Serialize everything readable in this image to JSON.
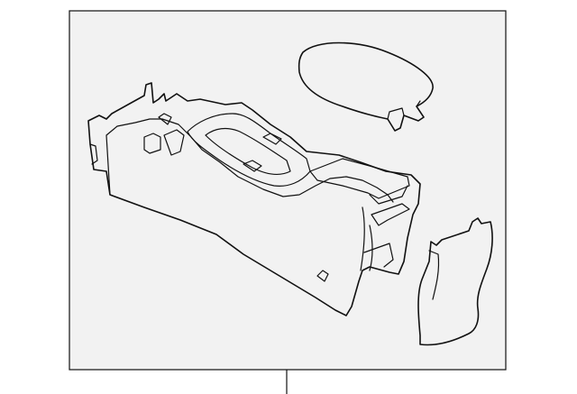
{
  "diagram": {
    "background_color": "#ffffff",
    "frame_fill": "#f2f2f2",
    "line_color": "#111111",
    "parts": [
      {
        "id": "armrest-lid",
        "label": ""
      },
      {
        "id": "console-body",
        "label": ""
      },
      {
        "id": "side-panel",
        "label": ""
      }
    ],
    "callout_text": ""
  }
}
